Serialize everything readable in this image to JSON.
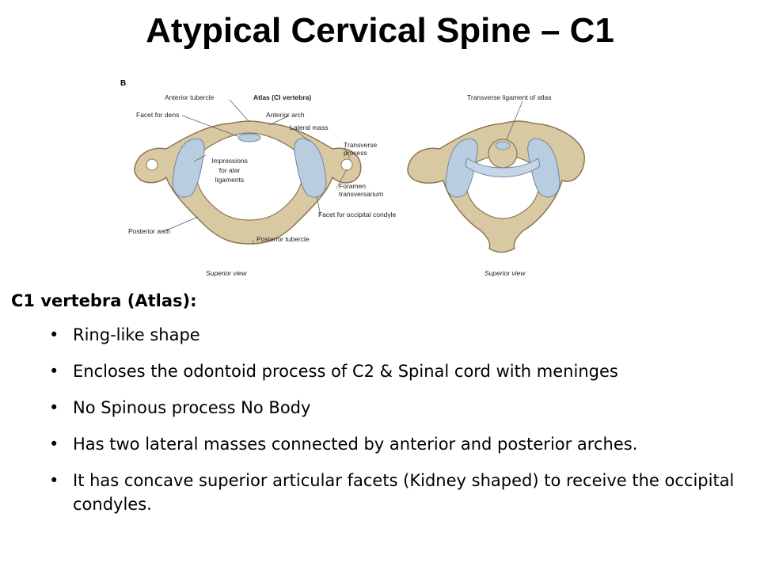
{
  "title": "Atypical Cervical Spine – C1",
  "figure": {
    "panel_letter": "B",
    "left_labels": {
      "anterior_tubercle": "Anterior tubercle",
      "atlas": "Atlas (CI vertebra)",
      "facet_for_dens": "Facet for dens",
      "anterior_arch": "Anterior arch",
      "lateral_mass": "Lateral mass",
      "transverse_process_1": "Transverse",
      "transverse_process_2": "process",
      "impressions_1": "Impressions",
      "impressions_2": "for alar",
      "impressions_3": "ligaments",
      "foramen_1": "Foramen",
      "foramen_2": "transversarium",
      "facet_occipital": "Facet for occipital condyle",
      "posterior_arch": "Posterior arch",
      "posterior_tubercle": "Posterior tubercle",
      "view": "Superior view"
    },
    "right_labels": {
      "transverse_ligament": "Transverse ligament of atlas",
      "view": "Superior view"
    },
    "colors": {
      "bone": "#d9c9a3",
      "bone_edge": "#8a7552",
      "cartilage": "#b8cde0",
      "ligament": "#c7d6e6"
    }
  },
  "subtitle": "C1 vertebra (Atlas):",
  "bullets": [
    "Ring-like shape",
    "Encloses the odontoid process of C2 & Spinal cord with meninges",
    "No Spinous process No Body",
    "Has two lateral masses connected by anterior and posterior arches.",
    "It has concave superior articular facets (Kidney shaped) to receive the occipital condyles."
  ],
  "bullet_symbol": "•"
}
